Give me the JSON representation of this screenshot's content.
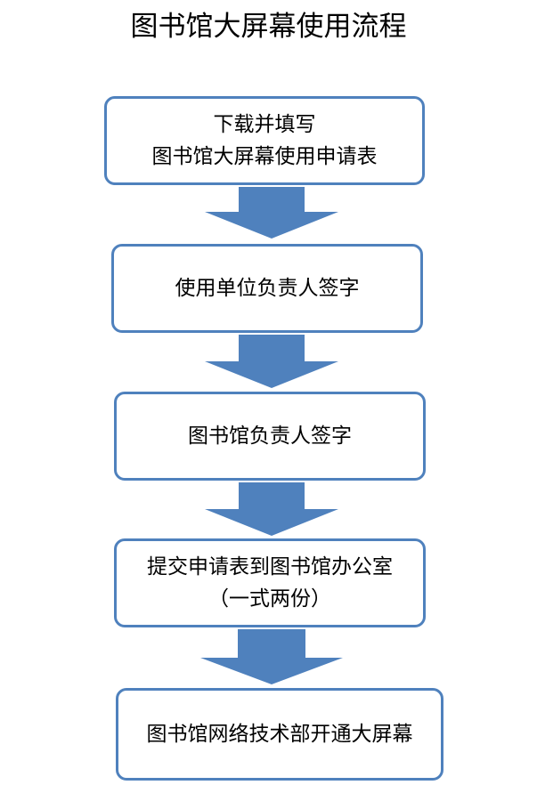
{
  "title": "图书馆大屏幕使用流程",
  "steps": [
    {
      "lines": [
        "下载并填写",
        "图书馆大屏幕使用申请表"
      ]
    },
    {
      "lines": [
        "使用单位负责人签字"
      ]
    },
    {
      "lines": [
        "图书馆负责人签字"
      ]
    },
    {
      "lines": [
        "提交申请表到图书馆办公室",
        "（一式两份）"
      ]
    },
    {
      "lines": [
        "图书馆网络技术部开通大屏幕"
      ]
    }
  ],
  "colors": {
    "box_border": "#4f81bd",
    "arrow": "#4f81bd"
  }
}
